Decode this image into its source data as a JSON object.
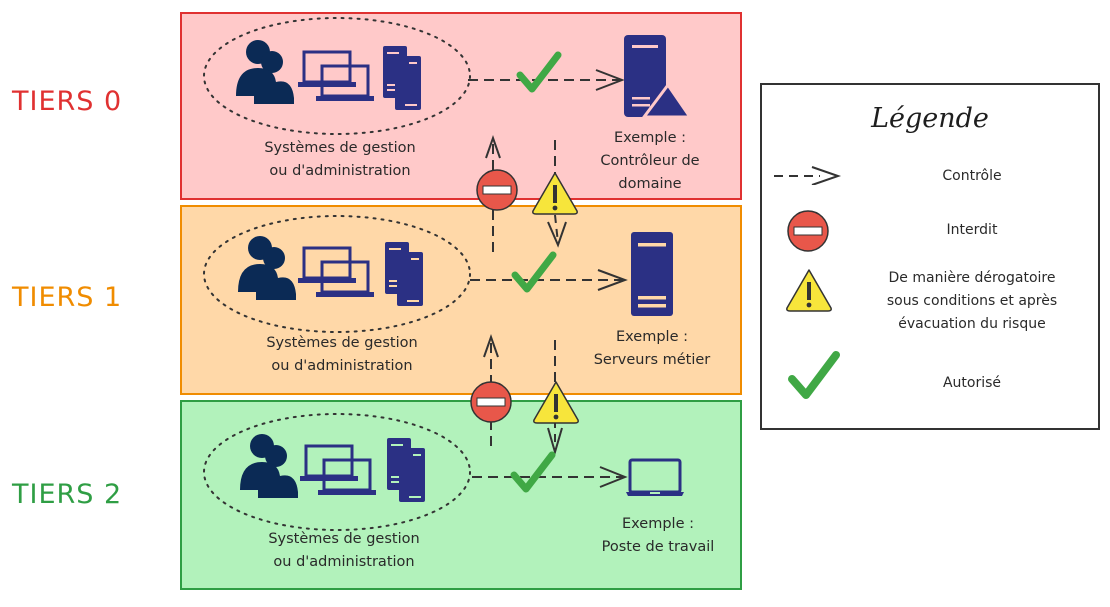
{
  "tiers": [
    {
      "label": "TIERS 0",
      "color": "#e03131",
      "fill": "#ffc9c9",
      "border": "#e03131",
      "systems_line1": "Systèmes de gestion",
      "systems_line2": "ou d'administration",
      "example_line1": "Exemple :",
      "example_line2": "Contrôleur de",
      "example_line3": "domaine",
      "target_icon": "domain-controller-icon"
    },
    {
      "label": "TIERS 1",
      "color": "#f08c00",
      "fill": "#ffd8a8",
      "border": "#f08c00",
      "systems_line1": "Systèmes de gestion",
      "systems_line2": "ou d'administration",
      "example_line1": "Exemple :",
      "example_line2": "Serveurs métier",
      "target_icon": "server-icon"
    },
    {
      "label": "TIERS 2",
      "color": "#2f9e44",
      "fill": "#b2f2bb",
      "border": "#2f9e44",
      "systems_line1": "Systèmes de gestion",
      "systems_line2": "ou d'administration",
      "example_line1": "Exemple :",
      "example_line2": "Poste de travail",
      "target_icon": "laptop-icon"
    }
  ],
  "legend": {
    "title": "Légende",
    "items": [
      {
        "symbol": "dashed-arrow-icon",
        "label": "Contrôle"
      },
      {
        "symbol": "no-entry-icon",
        "label": "Interdit"
      },
      {
        "symbol": "warning-icon",
        "label_line1": "De manière dérogatoire",
        "label_line2": "sous conditions et après",
        "label_line3": "évacuation du risque"
      },
      {
        "symbol": "checkmark-icon",
        "label": "Autorisé"
      }
    ]
  },
  "colors": {
    "icon_navy": "#2b3084",
    "person_navy": "#0b2a55",
    "check_green": "#40a845",
    "no_entry_red": "#e8574a",
    "warning_yellow": "#f7e53b"
  }
}
